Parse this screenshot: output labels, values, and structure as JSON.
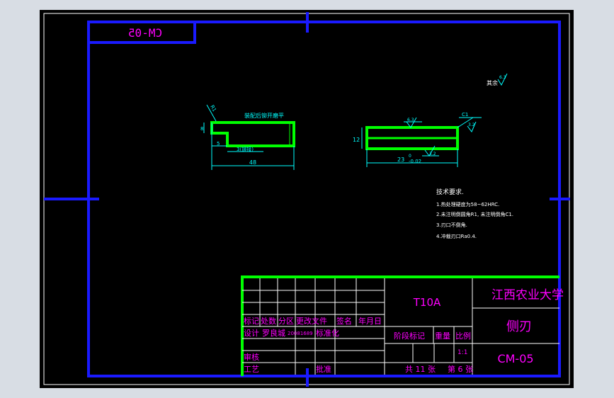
{
  "colors": {
    "background": "#d8dde4",
    "paper": "#000000",
    "border": "#1a1aff",
    "part_outline": "#00ff00",
    "dimension": "#00ffff",
    "title_text": "#ff00ff",
    "notes_text": "#ffffff"
  },
  "drawing_number_mirrored": "CM-05",
  "surface_note": "其余",
  "surface_value": "6.3",
  "front_view": {
    "top_note": "装配后铆开磨平",
    "chamfer": "R1",
    "dim_height": "8",
    "dim_step": "5",
    "dim_thread": "3(铆接)",
    "dim_length": "48"
  },
  "side_view": {
    "chamfer": "C1",
    "rough_top": "6.3",
    "rough_right": "3.2",
    "rough_bottom": "3.2",
    "dim_height": "12",
    "dim_width": "23",
    "tol_upper": "0",
    "tol_lower": "-0.02"
  },
  "tech_requirements": {
    "title": "技术要求.",
    "items": [
      "1.热处理硬度为58~62HRC.",
      "2.未注明倒圆角R1, 未注明倒角C1.",
      "3.刃口不倒角.",
      "4.冲裁刃口Ra0.4."
    ]
  },
  "title_block": {
    "material": "T10A",
    "school": "江西农业大学",
    "part_name": "侧刃",
    "drawing_number": "CM-05",
    "headers": [
      "标记",
      "处数",
      "分区",
      "更改文件",
      "签名",
      "年月日"
    ],
    "design_label": "设计",
    "designer": "罗良城",
    "student_id": "20081689",
    "standardize": "标准化",
    "review": "审核",
    "process": "工艺",
    "approve": "批准",
    "stage_mark": "阶段标记",
    "weight": "重量",
    "scale_label": "比例",
    "scale": "1:1",
    "sheets_total": "共 11 张",
    "sheet_no": "第 6 张"
  }
}
